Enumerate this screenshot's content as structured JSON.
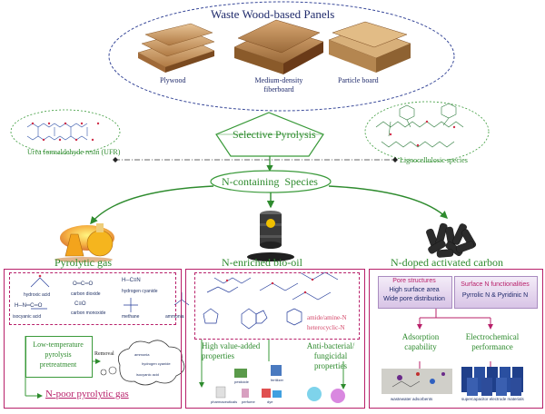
{
  "top": {
    "title": "Waste Wood-based Panels",
    "panels": [
      {
        "label": "Plywood"
      },
      {
        "label": "Medium-density\nfiberboard"
      },
      {
        "label": "Particle board"
      }
    ]
  },
  "resin_label": "Urea formaldehyde resin (UFR)",
  "ligno_label": "Lignocellulosic species",
  "selective_pyrolysis": {
    "word1": "Selective",
    "word2": "Pyrolysis"
  },
  "n_species": "N-containing  Species",
  "columns": {
    "gas": "Pyrolytic gas",
    "biooil": "N-enriched bio-oil",
    "carbon": "N-doped activated carbon"
  },
  "gas_panel": {
    "molecules": [
      "hydroxic acid",
      "carbon dioxide",
      "hydrogen cyanide",
      "isocyanic acid",
      "carbon monoxide",
      "methane",
      "ammonia"
    ],
    "formulas": {
      "co2": "O═C═O",
      "hcn": "H─C≡N",
      "co": "C≡O",
      "hnco": "H─N═C═O"
    },
    "pretreatment": "Low-temperature\npyrolysis\npretreatment",
    "removal": "Removal",
    "cloud": [
      "ammonia",
      "hydrogen cyanide",
      "isocyanic acid"
    ],
    "result": "N-poor pyrolytic gas"
  },
  "oil_panel": {
    "legend": [
      "amide/amine-N",
      "heterocyclic-N"
    ],
    "high_value": "High value-added\nproperties",
    "antibacterial": "Anti-bacterial/\nfungicidal\nproperties",
    "products": [
      "pesticide",
      "fertilizer",
      "pharmaceuticals",
      "perfume",
      "dye"
    ]
  },
  "carbon_panel": {
    "pore": {
      "title": "Pore structures",
      "l1": "High surface area",
      "l2": "Wide pore distribution"
    },
    "surface": {
      "title": "Surface N functionalities",
      "l1": "Pyrrolic N & Pyridinic N"
    },
    "adsorption": "Adsorption\ncapability",
    "electro": "Electrochemical\nperformance",
    "wastewater": "wastewater adsorbents",
    "supercap": "supercapacitor electrode materials"
  },
  "colors": {
    "navy": "#1f2a6b",
    "green": "#2e8b2e",
    "magenta": "#b8206a",
    "wood": "#c9985e"
  }
}
